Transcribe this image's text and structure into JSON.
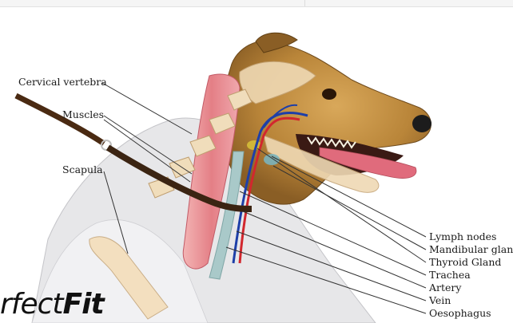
{
  "labels_left": [
    "Cervical vertebra",
    "Muscles",
    "Scapula"
  ],
  "labels_right": [
    "Lymph nodes",
    "Mandibular gland",
    "Thyroid Gland",
    "Trachea",
    "Artery",
    "Vein",
    "Oesophagus"
  ],
  "brand": {
    "thin": "rfect",
    "bold": "Fit"
  }
}
